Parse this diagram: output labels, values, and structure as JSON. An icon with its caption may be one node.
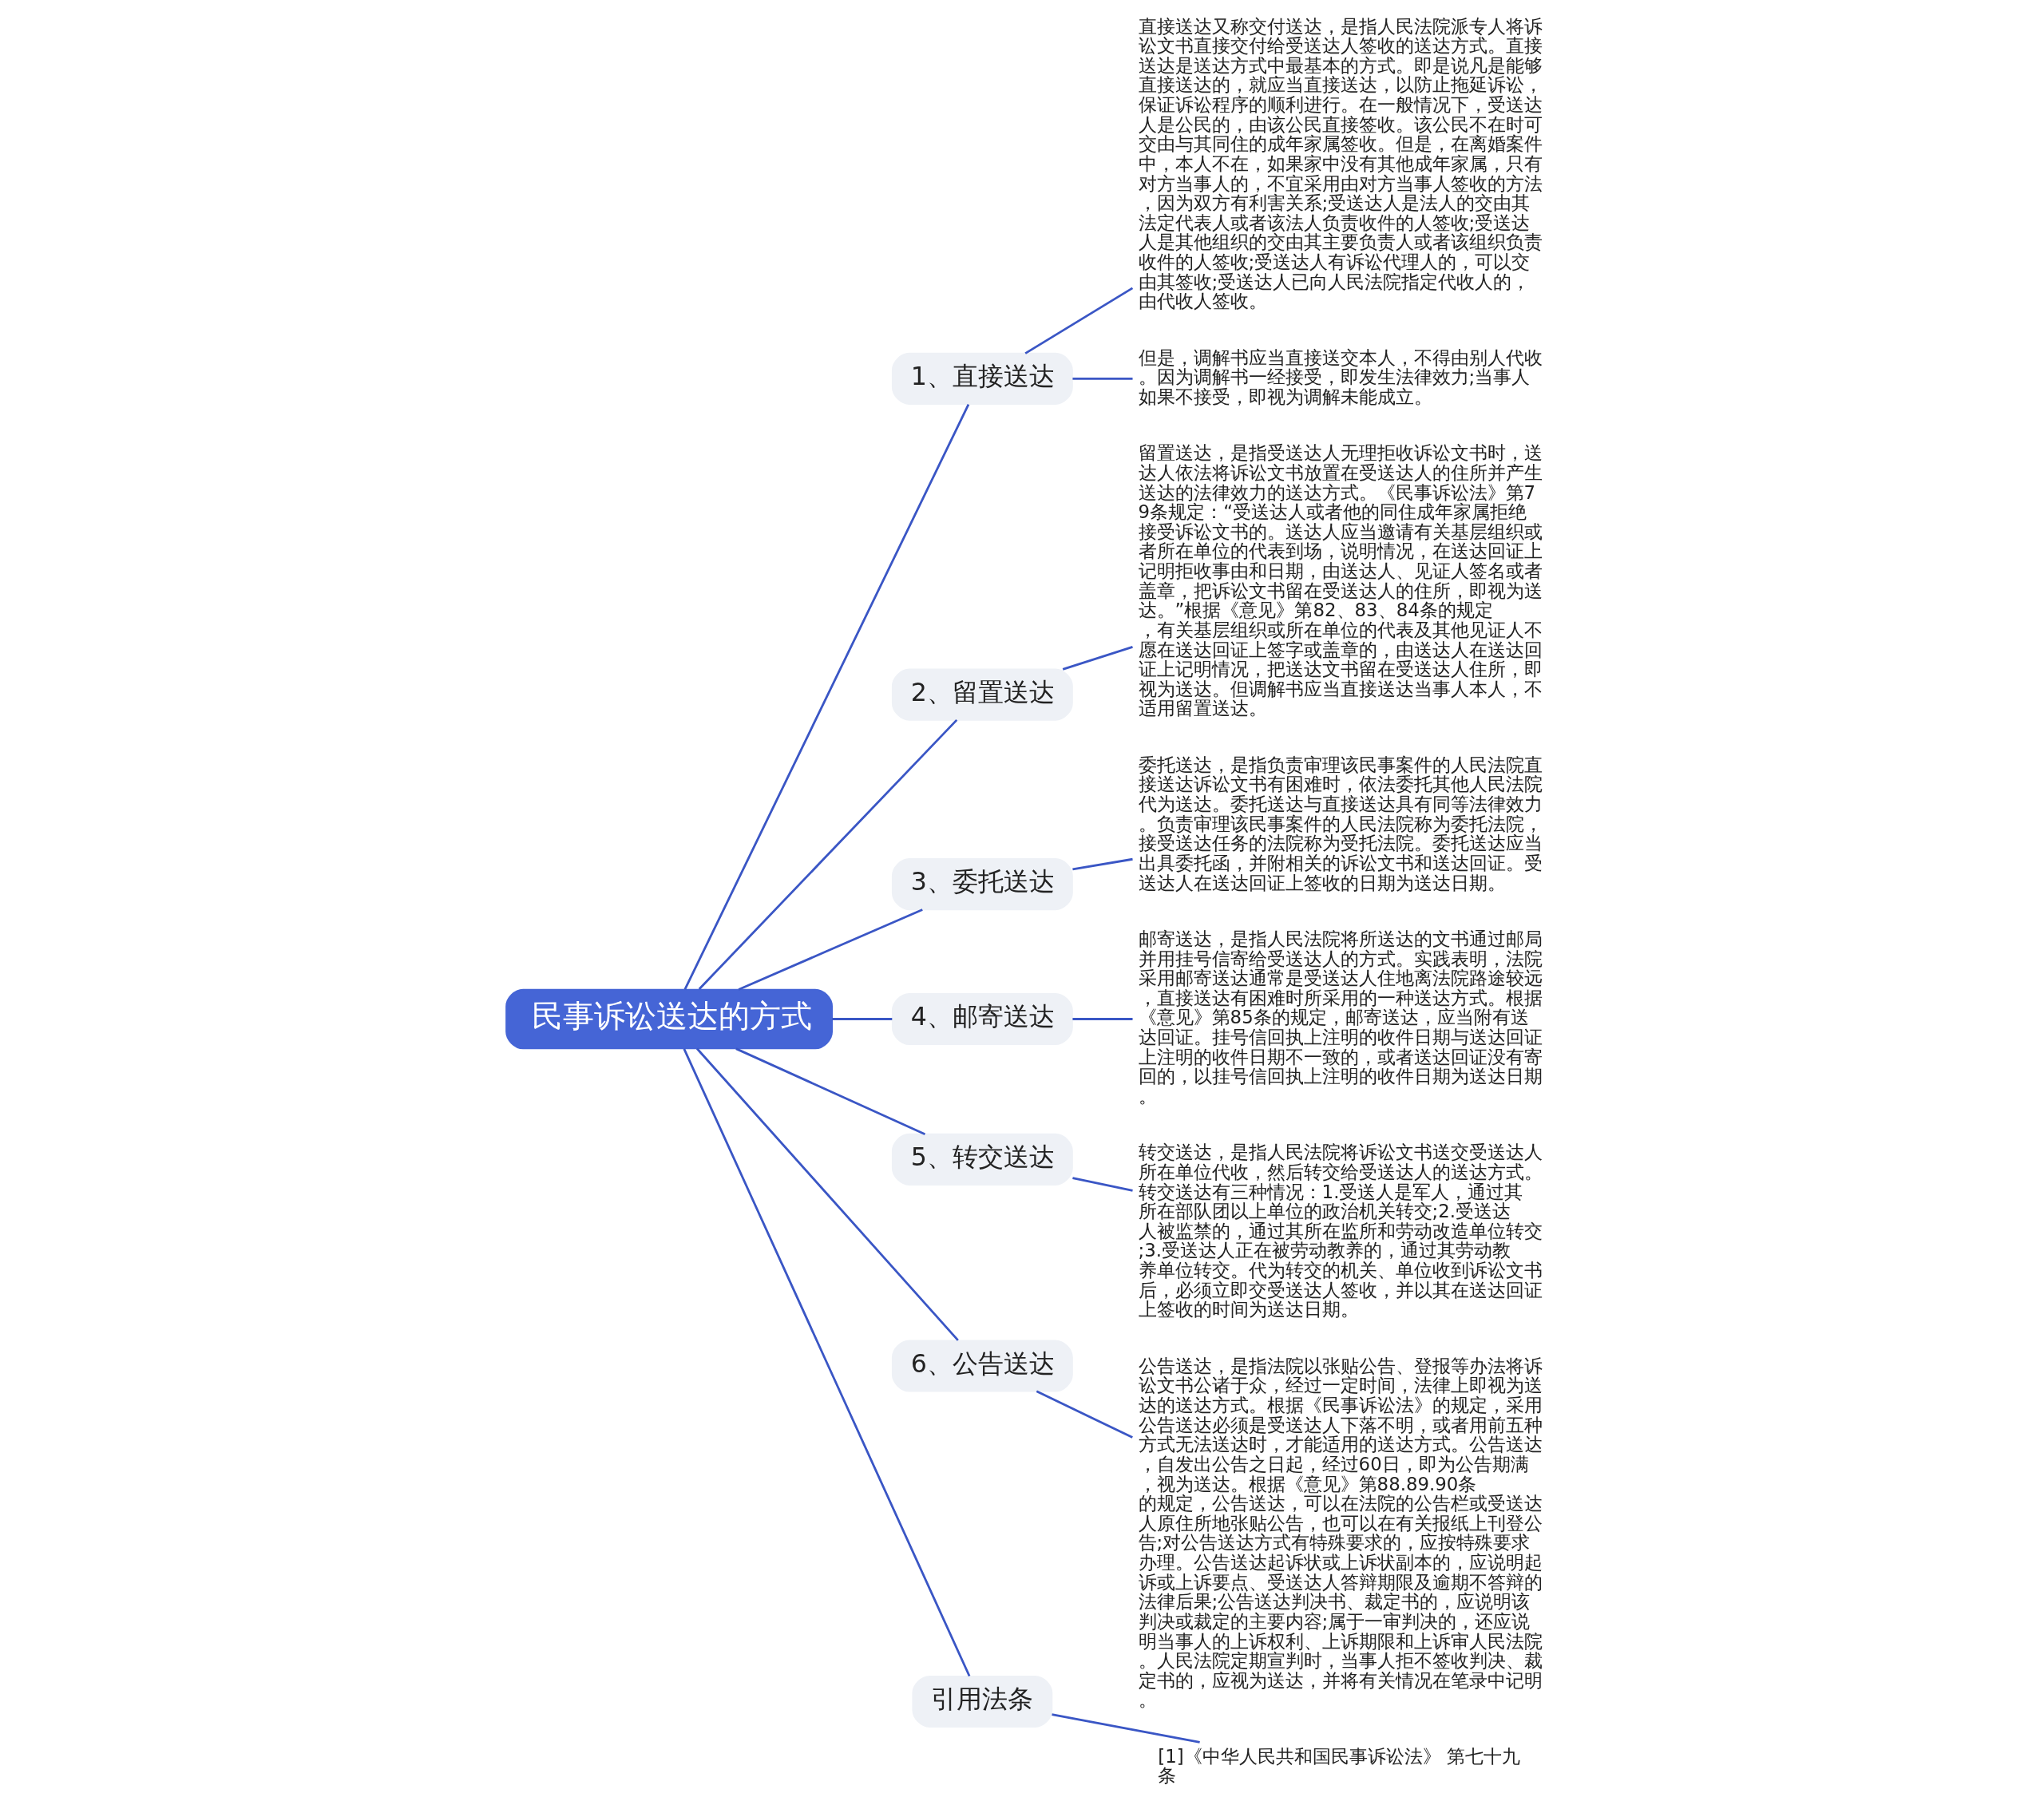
{
  "diagram": {
    "nodes": [
      {
        "text": [
          "民事诉讼送达的方式"
        ]
      },
      {
        "text": [
          "1、直接送达"
        ]
      },
      {
        "text": [
          "直接送达又称交付送达，是指人民法院派专人将诉讼文书直接交付给受送达人签收的送达方式。直接送达是送达方式中最基本的方式。即是说凡是能够直接送达的，就应当直接送达，以防止拖延诉讼，保证诉讼程序的顺利进行。在一般情况下，受送达人是公民的，由该公民直接签收。该公民不在时可交由与其同住的成年家属签收。但是，在离婚案件中，本人不在，如果家中没有其他成年家属，只有对方当事人的，不宜采用由对方当事人签收的方法，因为双方有利害关系;受送达人是法人的交由其法定代表人或者该法人负责收件的人签收;受送达人是其他组织的交由其主要负责人或者该组织负责收件的人签收;受送达人有诉讼代理人的，可以交由其签收;受送达人已向人民法院指定代收人的，由代收人签收。"
        ]
      },
      {
        "text": [
          "但是，调解书应当直接送交本人，不得由别人代收。因为调解书一经接受，即发生法律效力;当事人如果不接受，即视为调解未能成立。"
        ]
      },
      {
        "text": [
          "2、留置送达"
        ]
      },
      {
        "text": [
          "留置送达，是指受送达人无理拒收诉讼文书时，送达人依法将诉讼文书放置在受送达人的住所并产生送达的法律效力的送达方式。《民事诉讼法》第79条规定：“受送达人或者他的同住成年家属拒绝接受诉讼文书的。送达人应当邀请有关基层组织或者所在单位的代表到场，说明情况，在送达回证上记明拒收事由和日期，由送达人、见证人签名或者盖章，把诉讼文书留在受送达人的住所，即视为送达。”根据《意见》第82、83、84条的规定，有关基层组织或所在单位的代表及其他见证人不愿在送达回证上签字或盖章的，由送达人在送达回证上记明情况，把送达文书留在受送达人住所，即视为送达。但调解书应当直接送达当事人本人，不适用留置送达。"
        ]
      },
      {
        "text": [
          "3、委托送达"
        ]
      },
      {
        "text": [
          "委托送达，是指负责审理该民事案件的人民法院直接送达诉讼文书有困难时，依法委托其他人民法院代为送达。委托送达与直接送达具有同等法律效力。负责审理该民事案件的人民法院称为委托法院，接受送达任务的法院称为受托法院。委托送达应当出具委托函，并附相关的诉讼文书和送达回证。受送达人在送达回证上签收的日期为送达日期。"
        ]
      },
      {
        "text": [
          "4、邮寄送达"
        ]
      },
      {
        "text": [
          "邮寄送达，是指人民法院将所送达的文书通过邮局并用挂号信寄给受送达人的方式。实践表明，法院采用邮寄送达通常是受送达人住地离法院路途较远，直接送达有困难时所采用的一种送达方式。根据《意见》第85条的规定，邮寄送达，应当附有送达回证。挂号信回执上注明的收件日期与送达回证上注明的收件日期不一致的，或者送达回证没有寄回的，以挂号信回执上注明的收件日期为送达日期。"
        ]
      },
      {
        "text": [
          "5、转交送达"
        ]
      },
      {
        "text": [
          "转交送达，是指人民法院将诉讼文书送交受送达人所在单位代收，然后转交给受送达人的送达方式。转交送达有三种情况：1.受送人是军人，通过其所在部队团以上单位的政治机关转交;2.受送达人被监禁的，通过其所在监所和劳动改造单位转交;3.受送达人正在被劳动教养的，通过其劳动教养单位转交。代为转交的机关、单位收到诉讼文书后，必须立即交受送达人签收，并以其在送达回证上签收的时间为送达日期。"
        ]
      },
      {
        "text": [
          "6、公告送达"
        ]
      },
      {
        "text": [
          "公告送达，是指法院以张贴公告、登报等办法将诉讼文书公诸于众，经过一定时间，法律上即视为送达的送达方式。根据《民事诉讼法》的规定，采用公告送达必须是受送达人下落不明，或者用前五种方式无法送达时，才能适用的送达方式。公告送达，自发出公告之日起，经过60日，即为公告期满，视为送达。根据《意见》第88.89.90条的规定，公告送达，可以在法院的公告栏或受送达人原住所地张贴公告，也可以在有关报纸上刊登公告;对公告送达方式有特殊要求的，应按特殊要求办理。公告送达起诉状或上诉状副本的，应说明起诉或上诉要点、受送达人答辩期限及逾期不答辩的法律后果;公告送达判决书、裁定书的，应说明该判决或裁定的主要内容;属于一审判决的，还应说明当事人的上诉权利、上诉期限和上诉审人民法院。人民法院定期宣判时，当事人拒不签收判决、裁定书的，应视为送达，并将有关情况在笔录中记明。"
        ]
      },
      {
        "text": [
          "引用法条"
        ]
      },
      {
        "text": [
          "[1]《中华人民共和国民事诉讼法》 第七十九条"
        ]
      }
    ],
    "edges": [
      {
        "from": 0,
        "to": 1,
        "arrow": "none"
      },
      {
        "from": 1,
        "to": 2,
        "arrow": "none"
      },
      {
        "from": 1,
        "to": 3,
        "arrow": "none"
      },
      {
        "from": 0,
        "to": 4,
        "arrow": "none"
      },
      {
        "from": 4,
        "to": 5,
        "arrow": "none"
      },
      {
        "from": 0,
        "to": 6,
        "arrow": "none"
      },
      {
        "from": 6,
        "to": 7,
        "arrow": "none"
      },
      {
        "from": 0,
        "to": 8,
        "arrow": "none"
      },
      {
        "from": 8,
        "to": 9,
        "arrow": "none"
      },
      {
        "from": 0,
        "to": 10,
        "arrow": "none"
      },
      {
        "from": 10,
        "to": 11,
        "arrow": "none"
      },
      {
        "from": 0,
        "to": 12,
        "arrow": "none"
      },
      {
        "from": 12,
        "to": 13,
        "arrow": "none"
      },
      {
        "from": 0,
        "to": 14,
        "arrow": "none"
      },
      {
        "from": 14,
        "to": 15,
        "arrow": "none"
      }
    ]
  }
}
